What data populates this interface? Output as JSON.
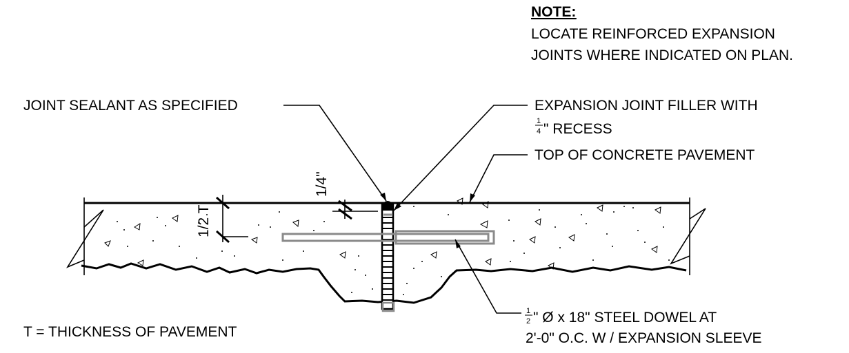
{
  "note": {
    "title": "NOTE:",
    "lines": [
      "LOCATE REINFORCED EXPANSION",
      "JOINTS WHERE INDICATED ON PLAN."
    ]
  },
  "callouts": {
    "joint_sealant": "JOINT SEALANT AS SPECIFIED",
    "filler_line1": "EXPANSION JOINT FILLER WITH",
    "filler_frac_num": "1",
    "filler_frac_den": "4",
    "filler_line2_rest": "\" RECESS",
    "top_of_pavement": "TOP OF CONCRETE PAVEMENT",
    "dowel_frac_num": "1",
    "dowel_frac_den": "2",
    "dowel_line1_rest": "\" Ø x 18\" STEEL DOWEL AT",
    "dowel_line2": "2'-0\" O.C. W / EXPANSION SLEEVE"
  },
  "dimensions": {
    "half_t": "1/2 T",
    "quarter_inch": "1/4\""
  },
  "legend": {
    "thickness": "T = THICKNESS OF PAVEMENT"
  }
}
